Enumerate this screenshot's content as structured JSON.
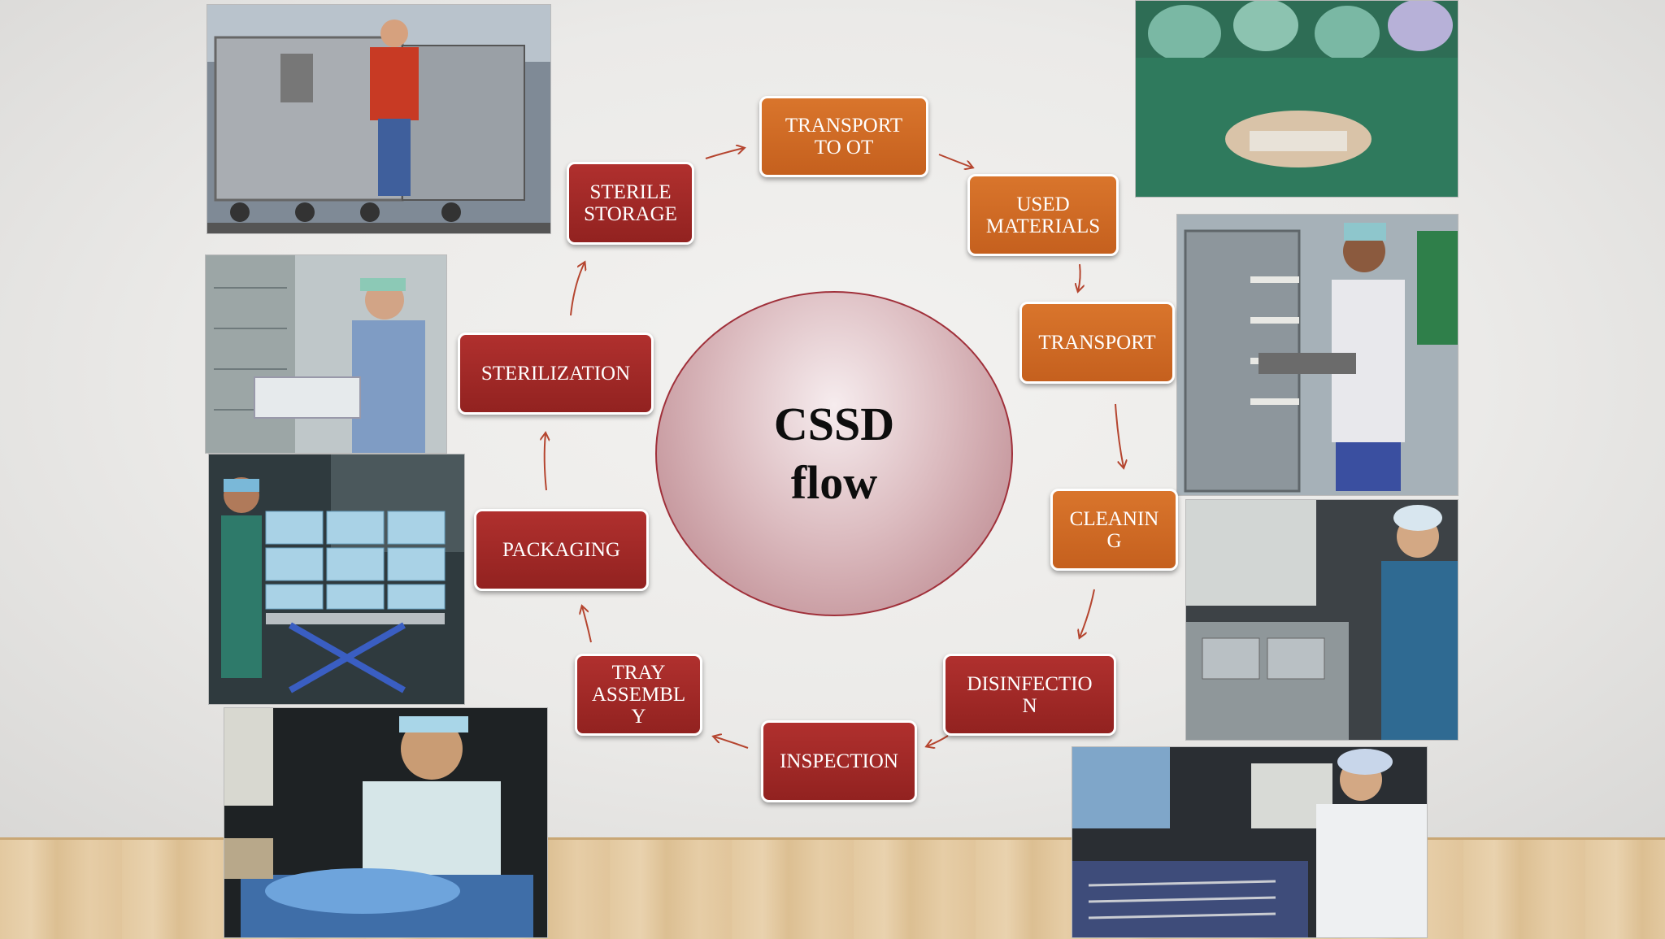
{
  "diagram": {
    "title_line1": "CSSD",
    "title_line2": "flow",
    "steps": {
      "transport_to_ot": "TRANSPORT\nTO OT",
      "used_materials": "USED\nMATERIALS",
      "transport": "TRANSPORT",
      "cleaning": "CLEANIN\nG",
      "disinfection": "DISINFECTIO\nN",
      "inspection": "INSPECTION",
      "tray_assembly": "TRAY\nASSEMBL\nY",
      "packaging": "PACKAGING",
      "sterilization": "STERILIZATION",
      "sterile_storage": "STERILE\nSTORAGE"
    }
  },
  "colors": {
    "orange_box": "#cf6a25",
    "red_box": "#a02a28",
    "arrow": "#b5452f",
    "circle_edge": "#a0303a"
  }
}
